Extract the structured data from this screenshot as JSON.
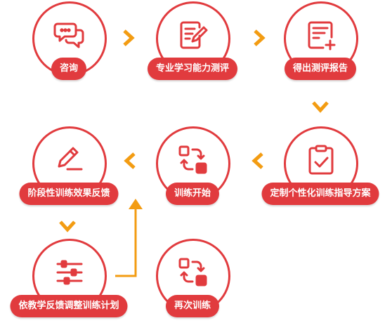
{
  "steps": {
    "s1": {
      "label": "咨询",
      "icon": "chat-bubbles-icon"
    },
    "s2": {
      "label": "专业学习能力测评",
      "icon": "form-edit-icon"
    },
    "s3": {
      "label": "得出测评报告",
      "icon": "report-add-icon"
    },
    "s4": {
      "label": "定制个性化训练指导方案",
      "icon": "clipboard-check-icon"
    },
    "s5": {
      "label": "训练开始",
      "icon": "cycle-icon"
    },
    "s6": {
      "label": "阶段性训练效果反馈",
      "icon": "pen-icon"
    },
    "s7": {
      "label": "依教学反馈调整训练计划",
      "icon": "sliders-icon"
    },
    "s8": {
      "label": "再次训练",
      "icon": "cycle-icon"
    }
  },
  "colors": {
    "accent": "#e13b3e",
    "arrow": "#f39c12",
    "background": "#ffffff"
  }
}
